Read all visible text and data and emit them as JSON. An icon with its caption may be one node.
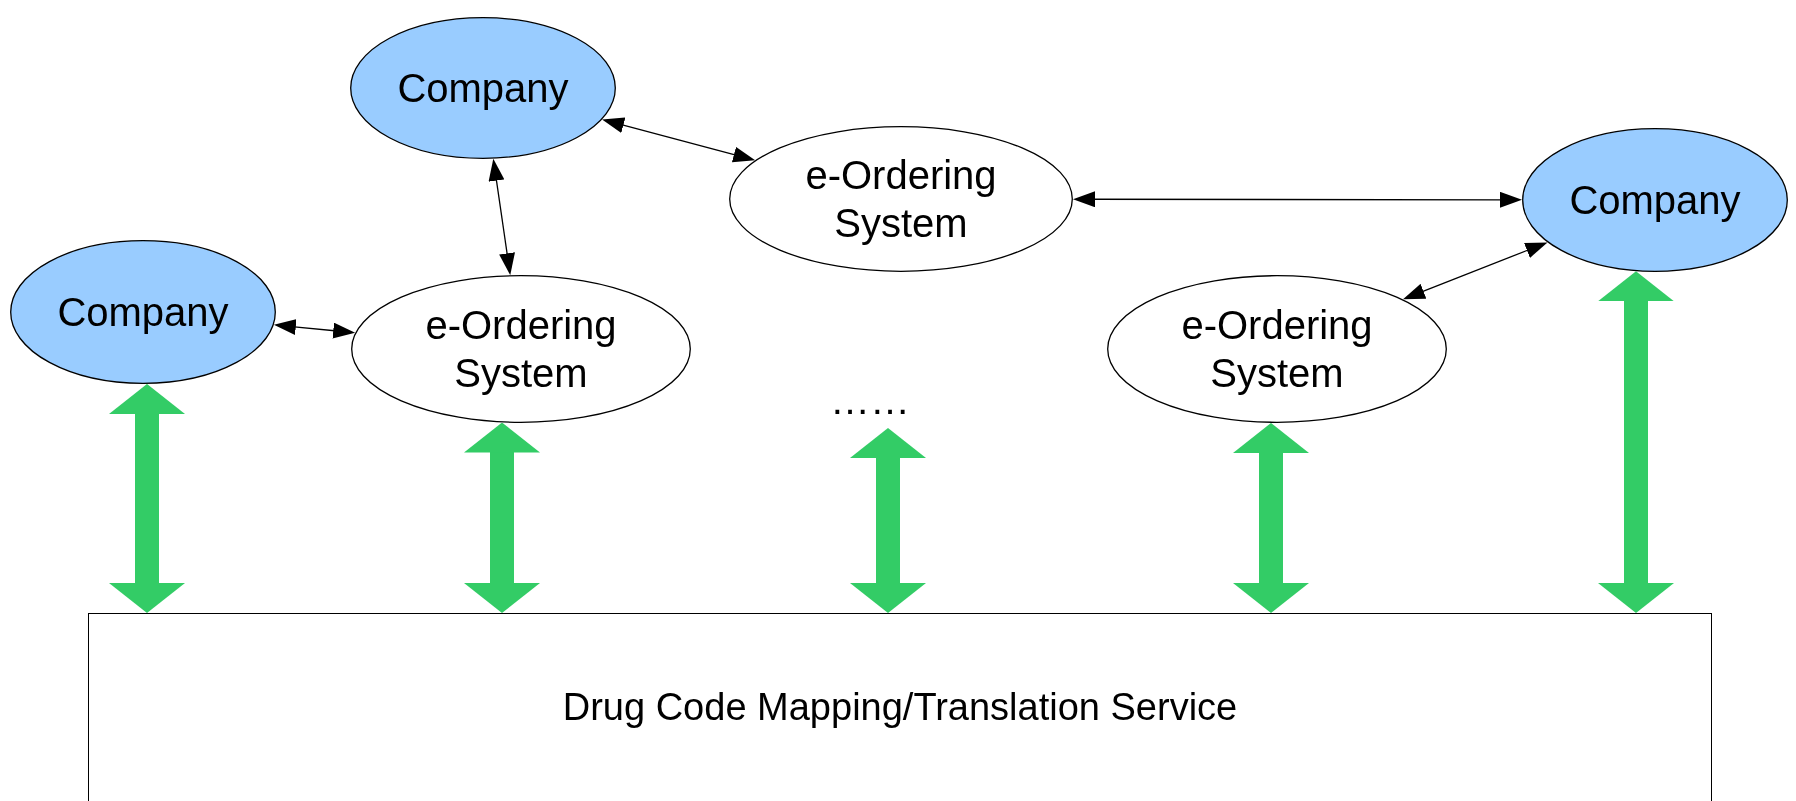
{
  "diagram": {
    "nodes": [
      {
        "text": [
          "Company"
        ]
      },
      {
        "text": [
          "e-Ordering System"
        ]
      },
      {
        "text": [
          "Company"
        ]
      },
      {
        "text": [
          "Company"
        ]
      },
      {
        "text": [
          "e-Ordering System"
        ]
      },
      {
        "text": [
          "e-Ordering System"
        ]
      },
      {
        "text": [
          "Drug Code Mapping/Translation Service"
        ]
      },
      {
        "text": [
          "……"
        ]
      }
    ],
    "edges": [
      {
        "from": 0,
        "to": 1,
        "arrow": "both"
      },
      {
        "from": 0,
        "to": 4,
        "arrow": "both"
      },
      {
        "from": 3,
        "to": 4,
        "arrow": "both"
      },
      {
        "from": 1,
        "to": 2,
        "arrow": "both"
      },
      {
        "from": 2,
        "to": 5,
        "arrow": "both"
      },
      {
        "from": 3,
        "to": 6,
        "arrow": "both",
        "style": "thick",
        "color": "#33cc66"
      },
      {
        "from": 4,
        "to": 6,
        "arrow": "both",
        "style": "thick",
        "color": "#33cc66"
      },
      {
        "from": 7,
        "to": 6,
        "arrow": "both",
        "style": "thick",
        "color": "#33cc66"
      },
      {
        "from": 5,
        "to": 6,
        "arrow": "both",
        "style": "thick",
        "color": "#33cc66"
      },
      {
        "from": 2,
        "to": 6,
        "arrow": "both",
        "style": "thick",
        "color": "#33cc66"
      }
    ]
  }
}
